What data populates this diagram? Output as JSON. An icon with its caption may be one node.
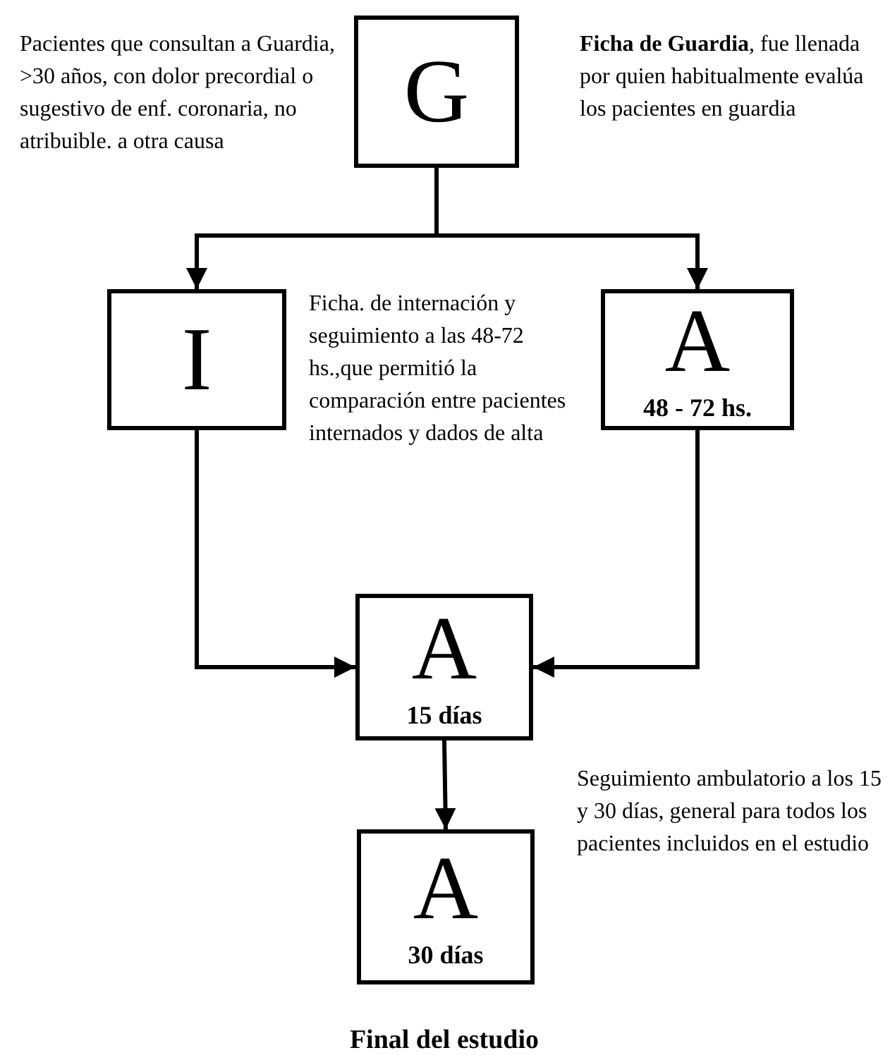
{
  "diagram": {
    "nodes": [
      {
        "text": [
          "G"
        ],
        "beside": [
          "**Ficha de Guardia**, fue llenada por quien habitualmente evalúa los pacientes en guardia"
        ]
      },
      {
        "text": [
          "I"
        ],
        "beside": [
          "Ficha. de internación y seguimiento a las 48-72 hs.,que permitió la comparación entre pacientes internados y dados de alta"
        ]
      },
      {
        "text": [
          "A",
          "48 - 72 hs."
        ]
      },
      {
        "text": [
          "A",
          "15 días"
        ]
      },
      {
        "text": [
          "A",
          "30 días"
        ]
      }
    ],
    "edges": [
      {
        "from": 0,
        "to": 1,
        "arrow": "to"
      },
      {
        "from": 0,
        "to": 2,
        "arrow": "to"
      },
      {
        "from": 1,
        "to": 3,
        "arrow": "to"
      },
      {
        "from": 2,
        "to": 3,
        "arrow": "to"
      },
      {
        "from": 3,
        "to": 4,
        "arrow": "to"
      }
    ],
    "labels": [
      "Pacientes que consultan a Guardia, >30 años, con dolor precordial o sugestivo de enf. coronaria, no atribuible. a otra causa",
      "Seguimiento ambulatorio a los 15 y 30 días, general para todos los pacientes incluidos en el estudio",
      "Final del estudio"
    ]
  }
}
